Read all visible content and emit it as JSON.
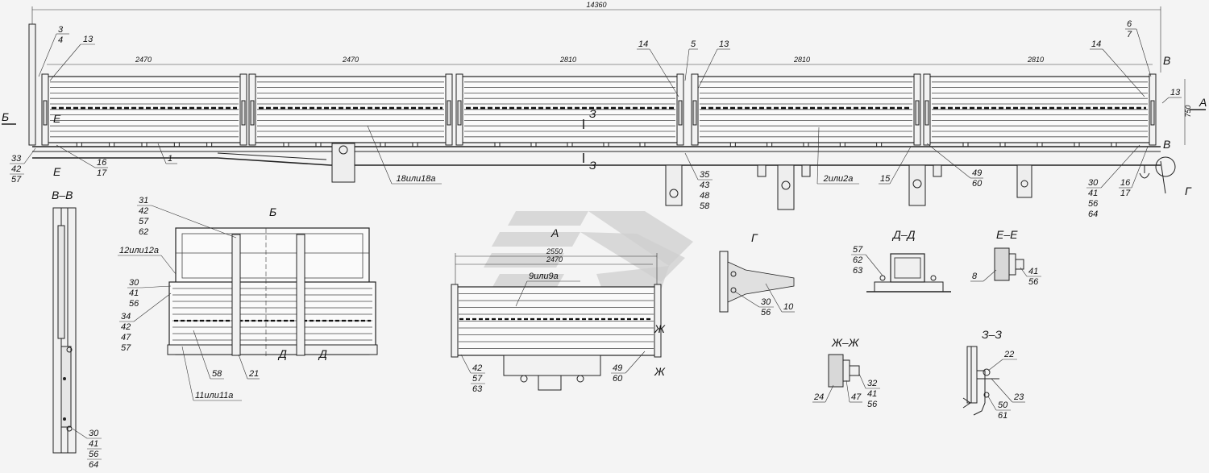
{
  "main_view": {
    "overall_dim": "14360",
    "height_dim": "750",
    "section_dims": [
      "2470",
      "2470",
      "2810",
      "2810",
      "2810"
    ],
    "callouts_top": [
      "3",
      "4",
      "13",
      "14",
      "5",
      "13",
      "14",
      "6",
      "7",
      "13"
    ],
    "callouts_left": [
      "33",
      "42",
      "57"
    ],
    "callouts_bottom": [
      "16",
      "17",
      "1",
      "18или18а",
      "35",
      "43",
      "48",
      "58",
      "2или2а",
      "15",
      "49",
      "60",
      "30",
      "41",
      "56",
      "64",
      "16",
      "17"
    ],
    "view_marks": [
      "Б",
      "Е",
      "Е",
      "З",
      "З",
      "В",
      "В",
      "А",
      "Г"
    ]
  },
  "view_vv": {
    "title": "В–В",
    "callouts": [
      "30",
      "41",
      "56",
      "64"
    ]
  },
  "view_b": {
    "title": "Б",
    "callouts_left": [
      "31",
      "42",
      "57",
      "62",
      "12или12а",
      "30",
      "41",
      "56",
      "34",
      "42",
      "47",
      "57"
    ],
    "callouts_bottom": [
      "58",
      "21",
      "11или11а"
    ],
    "marks": [
      "Д",
      "Д"
    ]
  },
  "view_a": {
    "title": "А",
    "dims": [
      "2550",
      "2470"
    ],
    "part": "9или9а",
    "callouts_bottom": [
      "42",
      "57",
      "63",
      "49",
      "60"
    ],
    "marks": [
      "Ж",
      "Ж"
    ]
  },
  "view_g": {
    "title": "Г",
    "callouts": [
      "30",
      "56",
      "10"
    ]
  },
  "view_dd": {
    "title": "Д–Д",
    "callouts": [
      "57",
      "62",
      "63"
    ]
  },
  "view_ee": {
    "title": "Е–Е",
    "callouts": [
      "8",
      "41",
      "56"
    ]
  },
  "view_zhzh": {
    "title": "Ж–Ж",
    "callouts": [
      "24",
      "47",
      "32",
      "41",
      "56"
    ]
  },
  "view_zz": {
    "title": "З–З",
    "callouts": [
      "22",
      "23",
      "50",
      "61"
    ]
  }
}
